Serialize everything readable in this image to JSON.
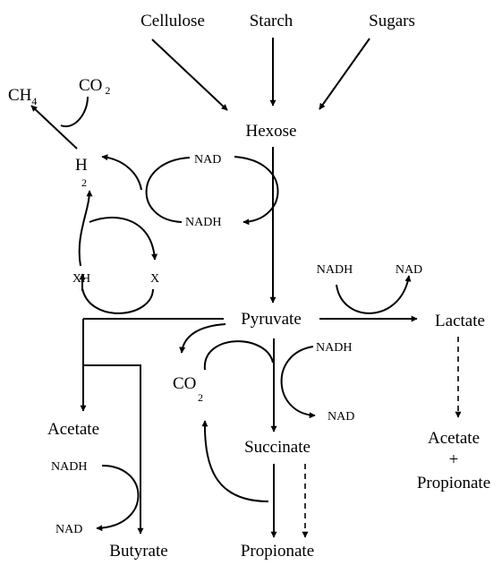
{
  "substrates": {
    "cellulose": "Cellulose",
    "starch": "Starch",
    "sugars": "Sugars"
  },
  "intermediates": {
    "hexose": "Hexose",
    "pyruvate": "Pyruvate",
    "succinate": "Succinate"
  },
  "products": {
    "ch4_main": "CH",
    "ch4_sub": "4",
    "co2_top_main": "CO",
    "co2_top_sub": "2",
    "h2_main": "H",
    "h2_sub": "2",
    "co2_mid_main": "CO",
    "co2_mid_sub": "2",
    "acetate": "Acetate",
    "butyrate": "Butyrate",
    "propionate": "Propionate",
    "lactate": "Lactate",
    "lactate_acetate": "Acetate",
    "lactate_plus": "+",
    "lactate_propionate": "Propionate"
  },
  "cofactors": {
    "nad_hexose": "NAD",
    "nadh_hexose": "NADH",
    "xh": "XH",
    "x": "X",
    "nadh_lactate": "NADH",
    "nad_lactate": "NAD",
    "nadh_succinate": "NADH",
    "nad_succinate": "NAD",
    "nadh_butyrate": "NADH",
    "nad_butyrate": "NAD"
  }
}
